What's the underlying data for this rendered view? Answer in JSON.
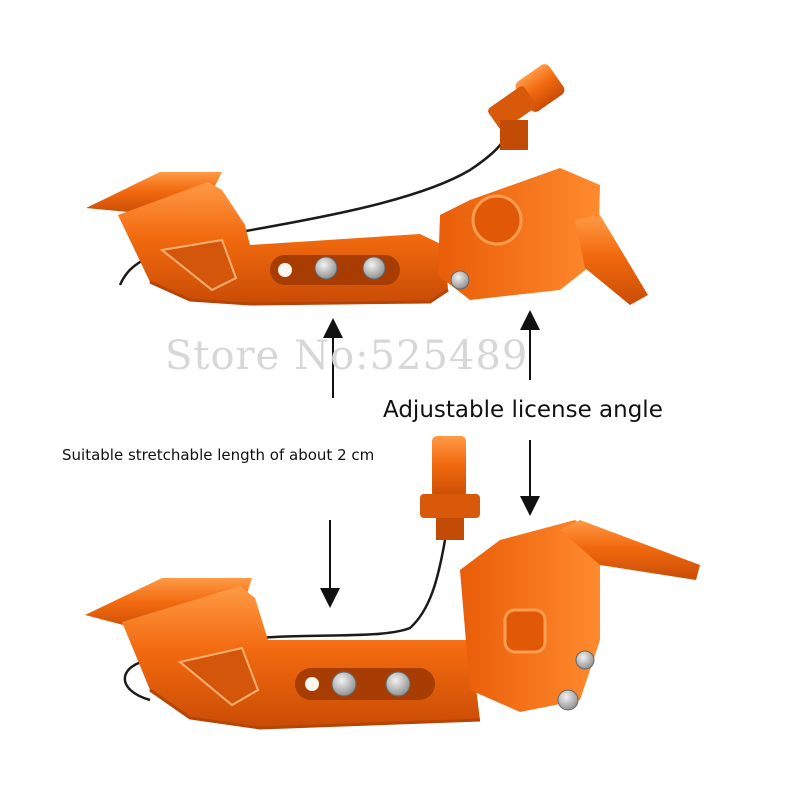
{
  "image": {
    "subject": "orange aluminum license plate bracket with LED light",
    "colors": {
      "background": "#ffffff",
      "metal": "#f26a0f",
      "metal_dark": "#c94c05",
      "metal_light": "#ff9a45",
      "bolt": "#c9c9c9",
      "wire": "#1b1b1b"
    }
  },
  "watermark": {
    "text": "Store No:525489"
  },
  "annotations": {
    "angle_label": "Adjustable license angle",
    "length_label": "Suitable stretchable length of about 2 cm"
  }
}
